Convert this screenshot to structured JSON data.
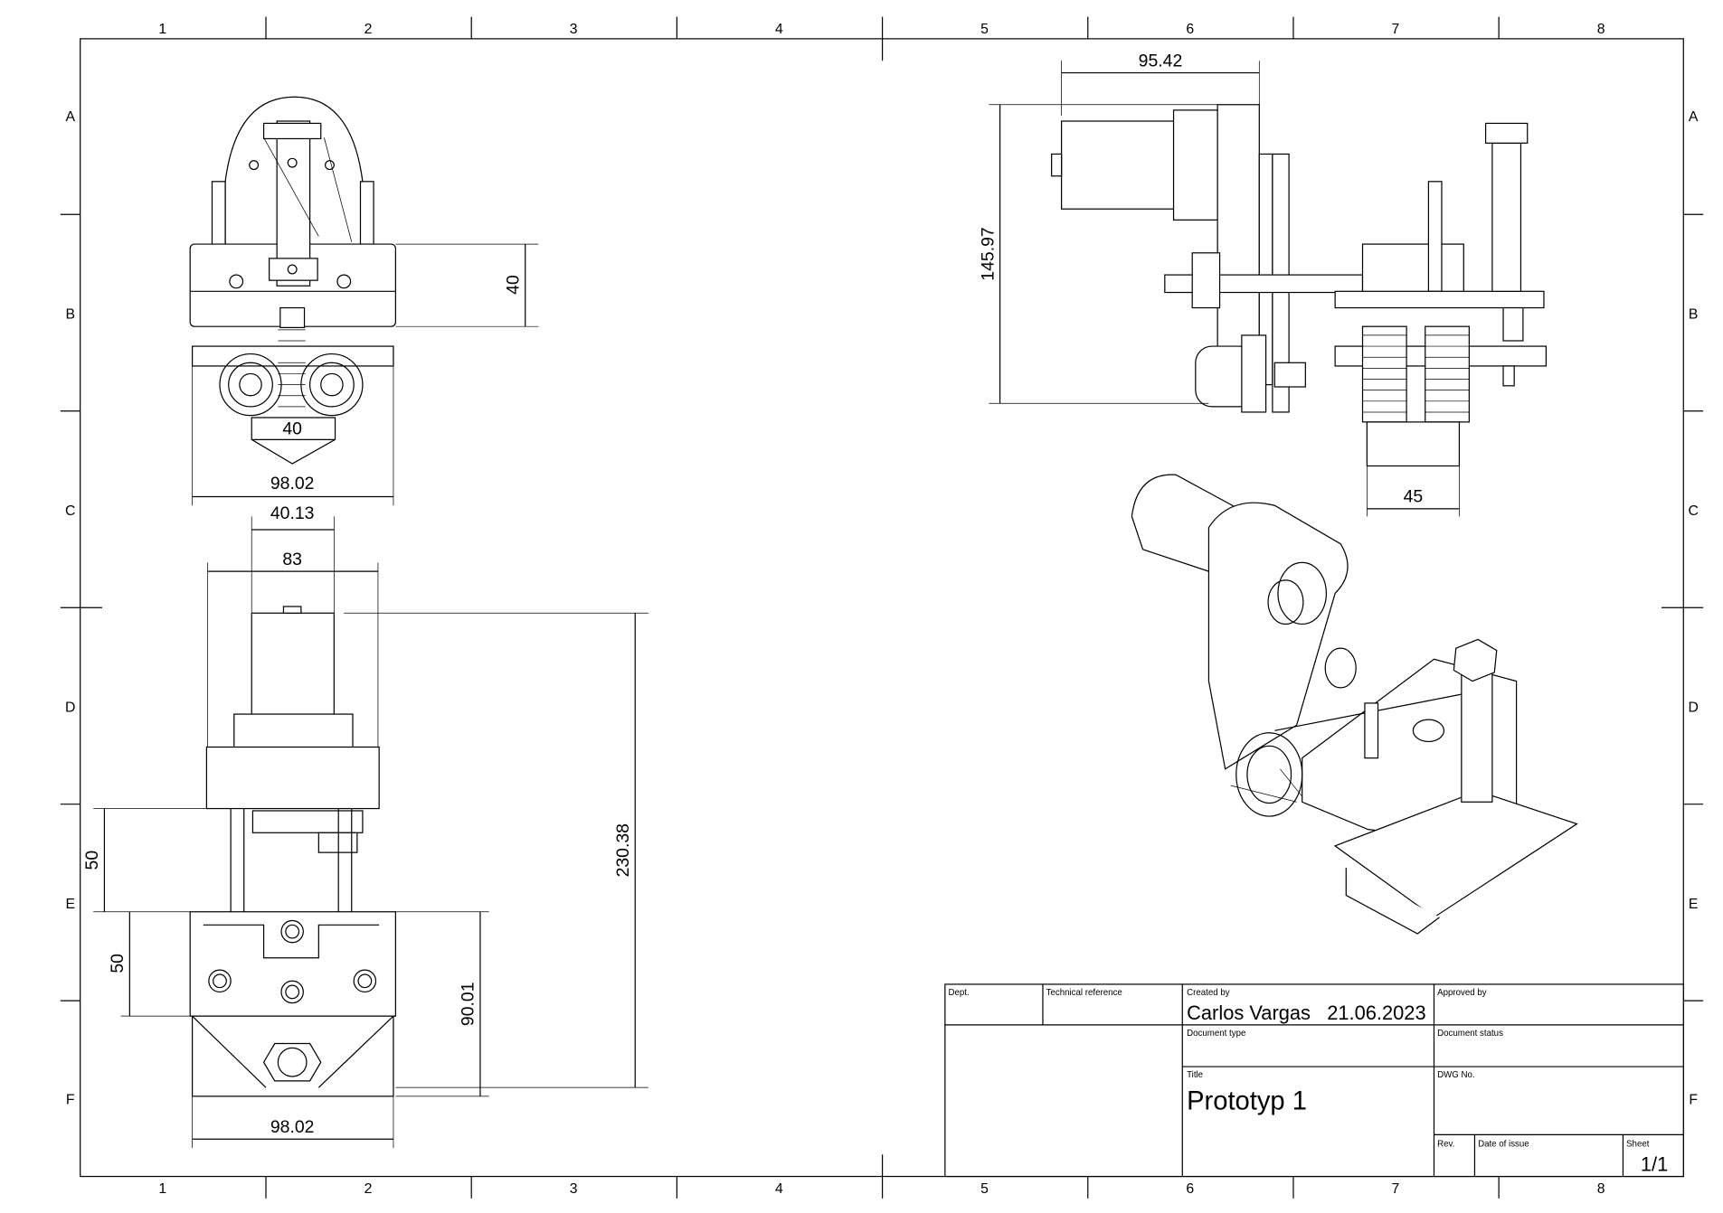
{
  "frame": {
    "columns": [
      "1",
      "2",
      "3",
      "4",
      "5",
      "6",
      "7",
      "8"
    ],
    "rows": [
      "A",
      "B",
      "C",
      "D",
      "E",
      "F"
    ]
  },
  "dimensions": {
    "front_height": "40",
    "front_inner_width": "40",
    "front_width": "98.02",
    "top_width_1": "40.13",
    "top_width_2": "83",
    "top_height_1": "50",
    "top_height_2": "50",
    "top_total_height": "230.38",
    "top_block_height": "90.01",
    "top_bottom_width": "98.02",
    "side_width": "95.42",
    "side_height": "145.97",
    "side_spring_width": "45"
  },
  "title_block": {
    "dept_label": "Dept.",
    "tech_ref_label": "Technical reference",
    "created_by_label": "Created by",
    "created_by_value": "Carlos Vargas   21.06.2023",
    "approved_by_label": "Approved by",
    "doc_type_label": "Document type",
    "doc_status_label": "Document status",
    "title_label": "Title",
    "title_value": "Prototyp 1",
    "dwg_no_label": "DWG No.",
    "rev_label": "Rev.",
    "date_issue_label": "Date of issue",
    "sheet_label": "Sheet",
    "sheet_value": "1/1"
  }
}
